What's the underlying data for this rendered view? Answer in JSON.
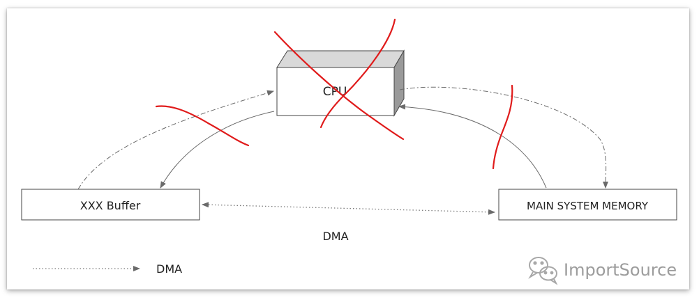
{
  "nodes": {
    "cpu": "CPU",
    "buffer": "XXX Buffer",
    "memory": "MAIN SYSTEM MEMORY"
  },
  "edge_label": "DMA",
  "legend": {
    "label": "DMA"
  },
  "watermark": {
    "text": "ImportSource",
    "icon": "wechat-icon"
  },
  "colors": {
    "strike": "#e01b1b",
    "line": "#666666",
    "cube_top": "#d9d9d9",
    "cube_side": "#9a9a9a"
  }
}
